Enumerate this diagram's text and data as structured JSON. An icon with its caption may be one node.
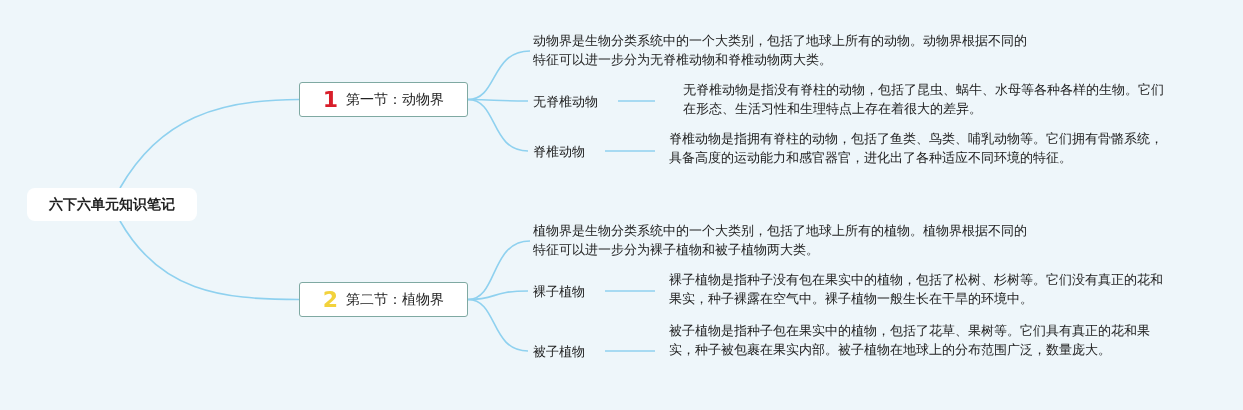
{
  "diagram": {
    "nodes": [
      {
        "text": [
          "六下六单元知识笔记"
        ]
      },
      {
        "text": [
          "1",
          "第一节：动物界"
        ]
      },
      {
        "text": [
          "动物界是生物分类系统中的一个大类别，包括了地球上所有的动物。动物界根据不同的特征可以进一步分为无脊椎动物和脊椎动物两大类。"
        ]
      },
      {
        "text": [
          "无脊椎动物"
        ]
      },
      {
        "text": [
          "无脊椎动物是指没有脊柱的动物，包括了昆虫、蜗牛、水母等各种各样的生物。它们在形态、生活习性和生理特点上存在着很大的差异。"
        ]
      },
      {
        "text": [
          "脊椎动物"
        ]
      },
      {
        "text": [
          "脊椎动物是指拥有脊柱的动物，包括了鱼类、鸟类、哺乳动物等。它们拥有骨骼系统，具备高度的运动能力和感官器官，进化出了各种适应不同环境的特征。"
        ]
      },
      {
        "text": [
          "2",
          "第二节：植物界"
        ]
      },
      {
        "text": [
          "植物界是生物分类系统中的一个大类别，包括了地球上所有的植物。植物界根据不同的特征可以进一步分为裸子植物和被子植物两大类。"
        ]
      },
      {
        "text": [
          "裸子植物"
        ]
      },
      {
        "text": [
          "裸子植物是指种子没有包在果实中的植物，包括了松树、杉树等。它们没有真正的花和果实，种子裸露在空气中。裸子植物一般生长在干旱的环境中。"
        ]
      },
      {
        "text": [
          "被子植物"
        ]
      },
      {
        "text": [
          "被子植物是指种子包在果实中的植物，包括了花草、果树等。它们具有真正的花和果实，种子被包裹在果实内部。被子植物在地球上的分布范围广泛，数量庞大。"
        ]
      }
    ],
    "edges": [
      {
        "from": 0,
        "to": 1,
        "arrow": "none"
      },
      {
        "from": 1,
        "to": 2,
        "arrow": "none"
      },
      {
        "from": 1,
        "to": 3,
        "arrow": "none"
      },
      {
        "from": 3,
        "to": 4,
        "arrow": "none"
      },
      {
        "from": 1,
        "to": 5,
        "arrow": "none"
      },
      {
        "from": 5,
        "to": 6,
        "arrow": "none"
      },
      {
        "from": 0,
        "to": 7,
        "arrow": "none"
      },
      {
        "from": 7,
        "to": 8,
        "arrow": "none"
      },
      {
        "from": 7,
        "to": 9,
        "arrow": "none"
      },
      {
        "from": 9,
        "to": 10,
        "arrow": "none"
      },
      {
        "from": 7,
        "to": 11,
        "arrow": "none"
      },
      {
        "from": 11,
        "to": 12,
        "arrow": "none"
      }
    ]
  }
}
